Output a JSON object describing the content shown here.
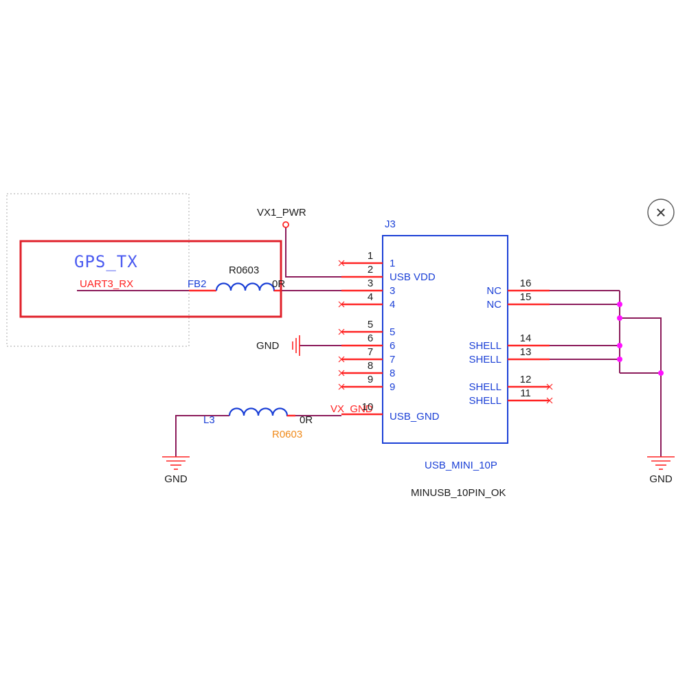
{
  "colors": {
    "wire": "#8b1a5a",
    "pin": "#ff2222",
    "part": "#1a3fd6",
    "label_dark": "#1a1a1a",
    "label_red": "#ff2222",
    "label_orange": "#f08a1a",
    "junction": "#ff10ff",
    "highlight": "#e0202a",
    "dotted": "#b8b8b8"
  },
  "net_labels": {
    "vx1_pwr": "VX1_PWR",
    "vx_gnd": "VX_GND",
    "gnd_left_bottom": "GND",
    "gnd_right_bottom": "GND",
    "gnd_mid": "GND"
  },
  "highlight": {
    "title": "GPS_TX",
    "net": "UART3_RX"
  },
  "fb2": {
    "ref": "FB2",
    "footprint": "R0603",
    "value": "0R"
  },
  "l3": {
    "ref": "L3",
    "footprint": "R0603",
    "value": "0R"
  },
  "connector": {
    "ref": "J3",
    "part": "USB_MINI_10P",
    "footprint": "MINUSB_10PIN_OK",
    "left_pins": [
      {
        "num": "1",
        "name": "1"
      },
      {
        "num": "2",
        "name": "USB VDD"
      },
      {
        "num": "3",
        "name": "3"
      },
      {
        "num": "4",
        "name": "4"
      },
      {
        "num": "5",
        "name": "5"
      },
      {
        "num": "6",
        "name": "6"
      },
      {
        "num": "7",
        "name": "7"
      },
      {
        "num": "8",
        "name": "8"
      },
      {
        "num": "9",
        "name": "9"
      },
      {
        "num": "10",
        "name": "USB_GND"
      }
    ],
    "right_pins": [
      {
        "num": "16",
        "name": "NC"
      },
      {
        "num": "15",
        "name": "NC"
      },
      {
        "num": "14",
        "name": "SHELL"
      },
      {
        "num": "13",
        "name": "SHELL"
      },
      {
        "num": "12",
        "name": "SHELL"
      },
      {
        "num": "11",
        "name": "SHELL"
      }
    ]
  },
  "close_symbol": "×"
}
